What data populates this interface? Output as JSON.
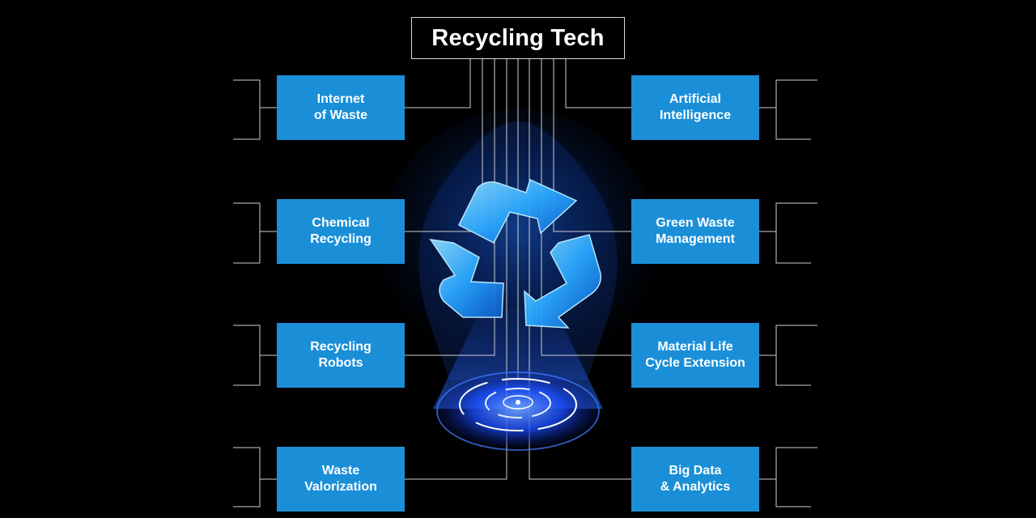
{
  "title": "Recycling Tech",
  "nodes": [
    {
      "label": "Internet\nof Waste"
    },
    {
      "label": "Chemical\nRecycling"
    },
    {
      "label": "Recycling\nRobots"
    },
    {
      "label": "Waste\nValorization"
    },
    {
      "label": "Artificial\nIntelligence"
    },
    {
      "label": "Green Waste\nManagement"
    },
    {
      "label": "Material Life\nCycle Extension"
    },
    {
      "label": "Big Data\n& Analytics"
    }
  ],
  "colors": {
    "node_fill": "#1a8fd8",
    "glow": "#1e6cff",
    "lines": "#cfcfcf",
    "background": "#000000"
  },
  "icons": {
    "center": "recycle-icon",
    "base": "hologram-projector-icon"
  }
}
